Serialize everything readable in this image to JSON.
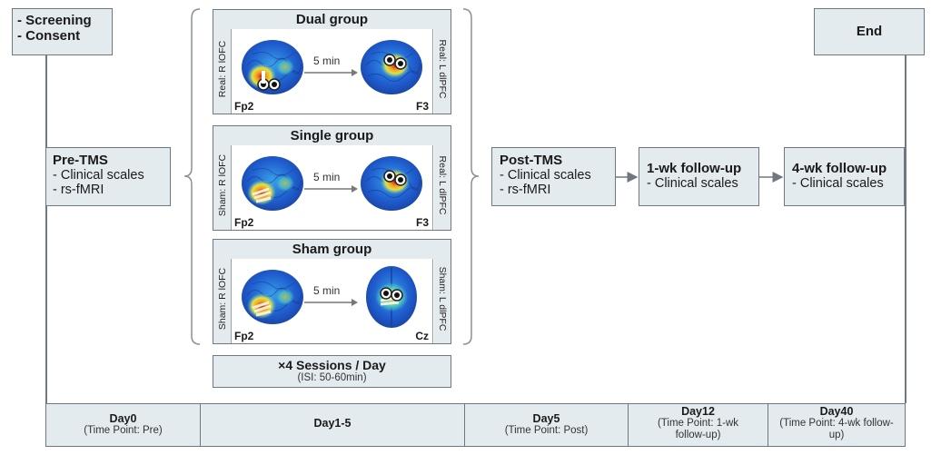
{
  "start": {
    "lines": [
      "- Screening",
      "- Consent"
    ]
  },
  "end": {
    "label": "End"
  },
  "pre": {
    "title": "Pre-TMS",
    "items": [
      "-  Clinical scales",
      "-  rs-fMRI"
    ]
  },
  "post": {
    "title": "Post-TMS",
    "items": [
      "-  Clinical scales",
      "-  rs-fMRI"
    ]
  },
  "wk1": {
    "title": "1-wk follow-up",
    "items": [
      "-  Clinical scales"
    ]
  },
  "wk4": {
    "title": "4-wk follow-up",
    "items": [
      "-  Clinical scales"
    ]
  },
  "groups": [
    {
      "title": "Dual group",
      "left_label": "Real: R lOFC",
      "right_label": "Real: L dlPFC",
      "interval": "5 min",
      "left_site": "Fp2",
      "right_site": "F3"
    },
    {
      "title": "Single group",
      "left_label": "Sham: R lOFC",
      "right_label": "Real: L dlPFC",
      "interval": "5 min",
      "left_site": "Fp2",
      "right_site": "F3"
    },
    {
      "title": "Sham group",
      "left_label": "Sham: R lOFC",
      "right_label": "Sham: L dlPFC",
      "interval": "5 min",
      "left_site": "Fp2",
      "right_site": "Cz"
    }
  ],
  "sessions": {
    "title": "×4 Sessions / Day",
    "sub": "(ISI: 50-60min)"
  },
  "timeline": [
    {
      "day": "Day0",
      "sub": "(Time Point: Pre)"
    },
    {
      "day": "Day1-5",
      "sub": ""
    },
    {
      "day": "Day5",
      "sub": "(Time Point: Post)"
    },
    {
      "day": "Day12",
      "sub": "(Time Point: 1-wk follow-up)"
    },
    {
      "day": "Day40",
      "sub": "(Time Point: 4-wk follow-up)"
    }
  ],
  "colors": {
    "box_fill": "#e4ebef",
    "border": "#6f7880",
    "brain_blue": "#1f4fbf",
    "hot": "#e0301e"
  }
}
